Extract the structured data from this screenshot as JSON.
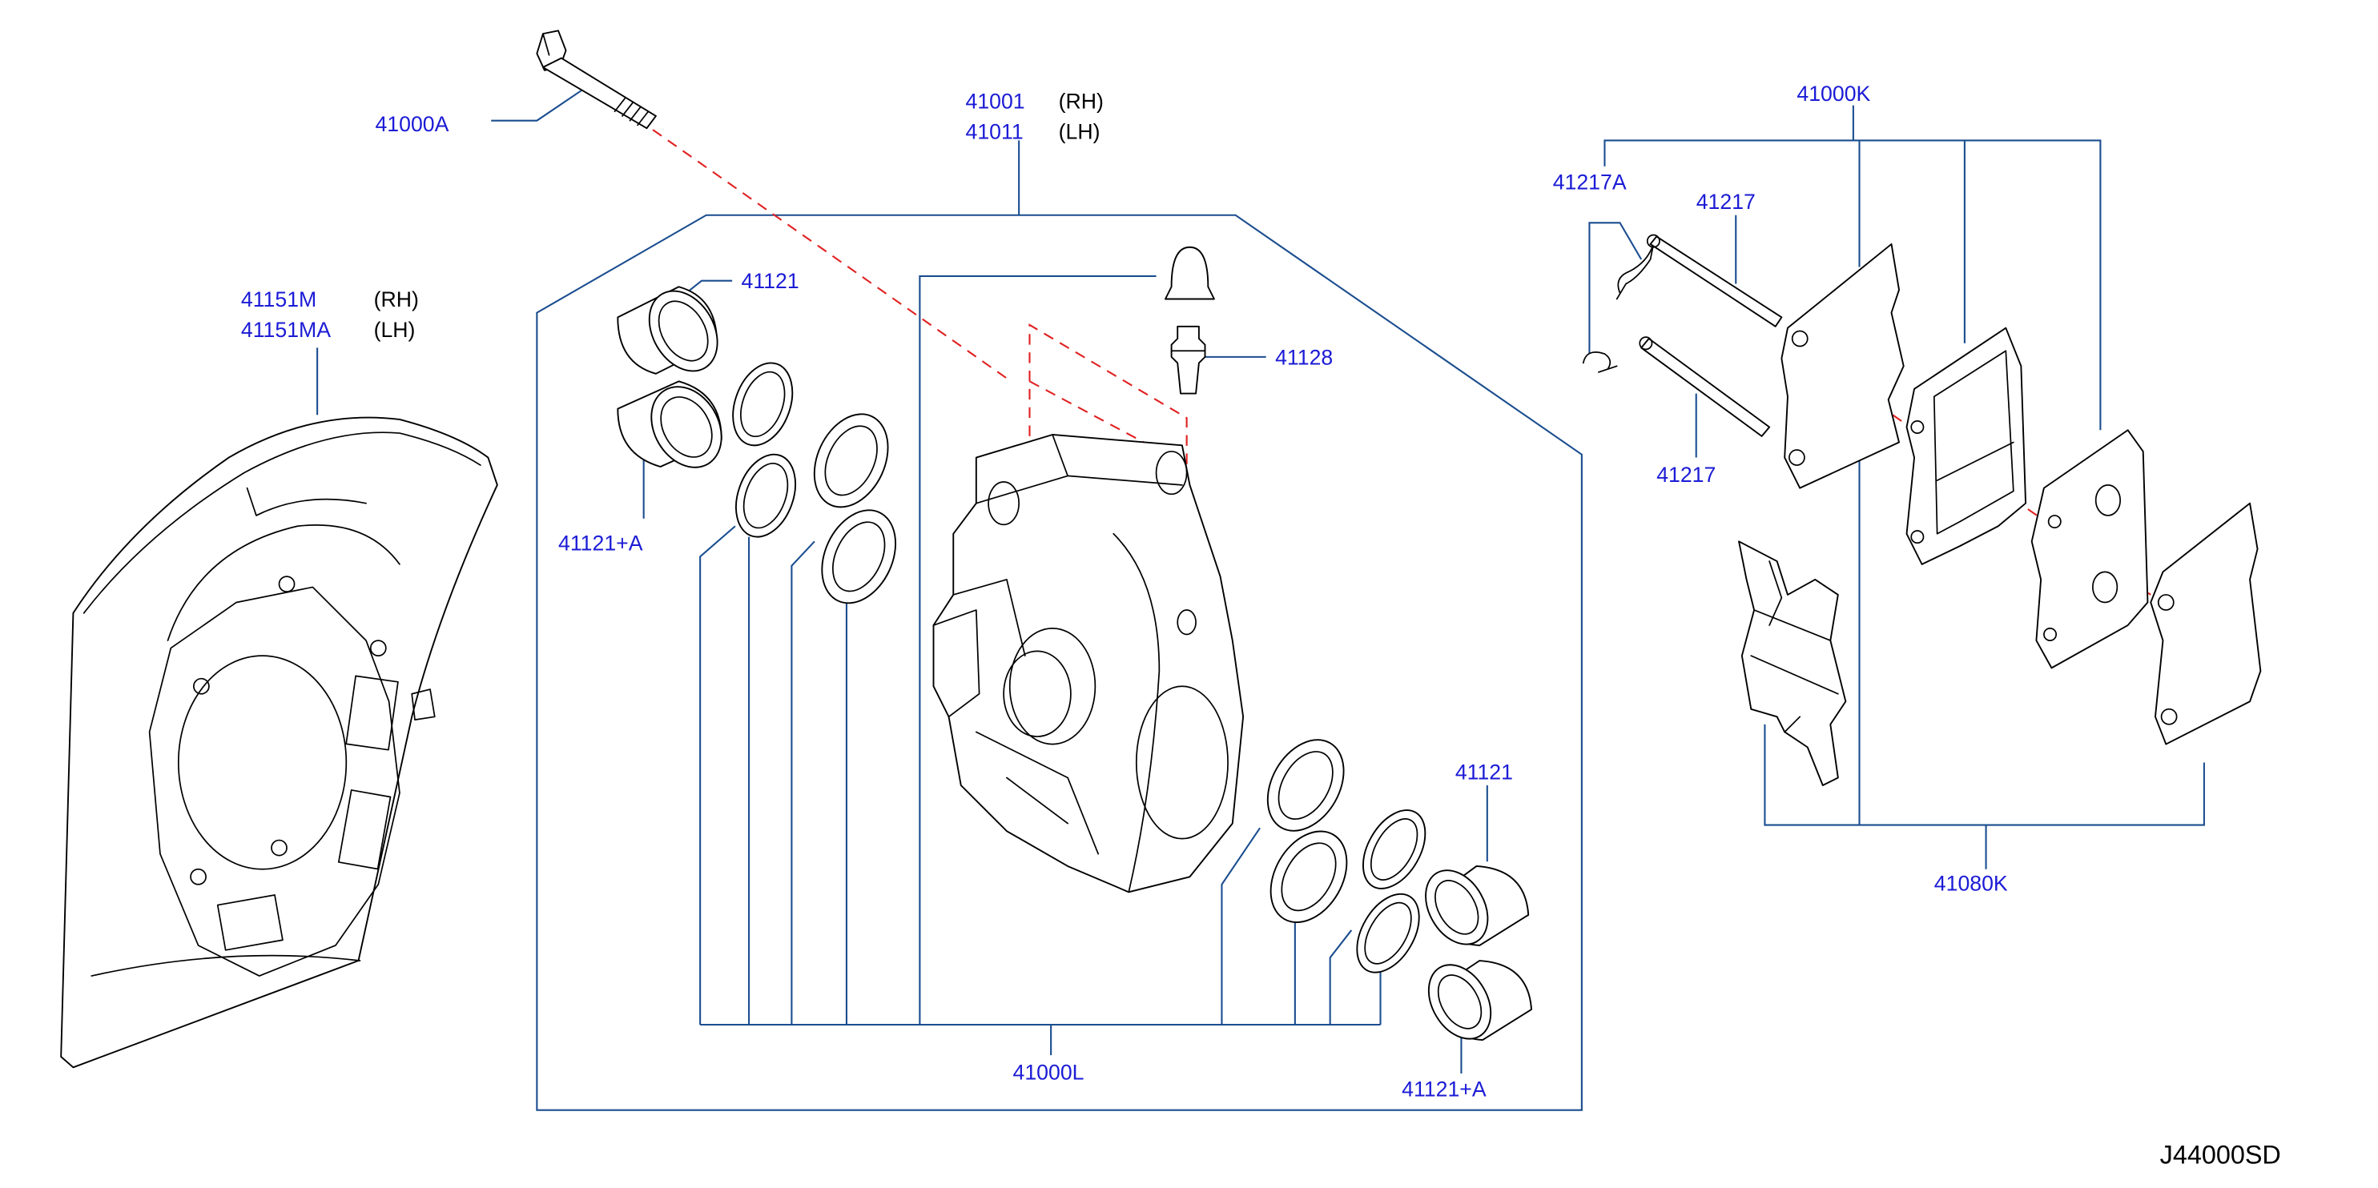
{
  "labels": {
    "bolt": "41000A",
    "caliper_rh": "41001",
    "caliper_lh": "41011",
    "rh": "(RH)",
    "lh": "(LH)",
    "pad_kit": "41000K",
    "clip": "41217A",
    "pin_upper": "41217",
    "pin_lower": "41217",
    "bleeder": "41128",
    "plate_rh": "41151M",
    "plate_lh": "41151MA",
    "piston_upper_left": "41121",
    "piston_pair_left": "41121+A",
    "piston_upper_right": "41121",
    "piston_pair_right": "41121+A",
    "seal_kit": "41000L",
    "shim_kit": "41080K",
    "drawing_code": "J44000SD"
  }
}
